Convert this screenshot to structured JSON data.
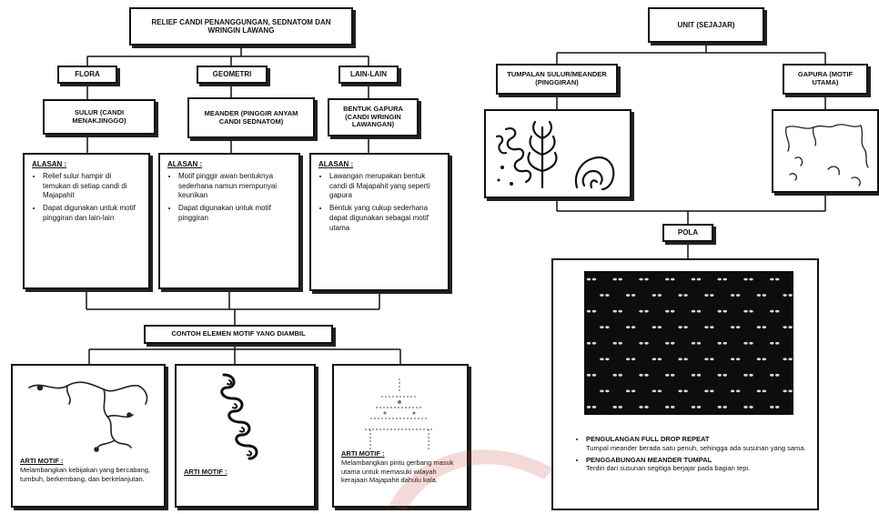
{
  "left": {
    "title": "RELIEF CANDI PENANGGUNGAN, SEDNATOM dan WRINGIN LAWANG",
    "categories": [
      {
        "label": "FLORA",
        "item": "SULUR (CANDI MENAKJINGGO)",
        "reason_title": "ALASAN :",
        "reasons": [
          "Relief sulur hampir di temukan di setiap candi di Majapahit",
          "Dapat digunakan untuk motif pinggiran dan lain-lain"
        ]
      },
      {
        "label": "GEOMETRI",
        "item": "MEANDER (PINGGIR ANYAM CANDI SEDNATOM)",
        "reason_title": "ALASAN :",
        "reasons": [
          "Motif pinggir awan bentuknya sederhana namun mempunyai keunikan",
          "Dapat digunakan untuk motif pinggiran"
        ]
      },
      {
        "label": "LAIN-LAIN",
        "item": "BENTUK GAPURA (CANDI WRINGIN LAWANGAN)",
        "reason_title": "ALASAN :",
        "reasons": [
          "Lawangan merupakan bentuk candi di Majapahit yang seperti gapura",
          "Bentuk yang cukup sederhana dapat digunakan sebagai motif utama"
        ]
      }
    ],
    "examples_title": "CONTOH ELEMEN MOTIF YANG DIAMBIL",
    "examples": [
      {
        "caption_title": "ARTI MOTIF :",
        "caption": "Melambangkan kebijakan yang bercabang, tumbuh, berkembang, dan berkelanjutan."
      },
      {
        "caption_title": "ARTI MOTIF :",
        "caption": ""
      },
      {
        "caption_title": "ARTI MOTIF :",
        "caption": "Melambangkan pintu gerbang masuk utama untuk memasuki wilayah kerajaan Majapahit dahulu kala."
      }
    ]
  },
  "right": {
    "unit_title": "UNIT (SEJAJAR)",
    "branches": [
      {
        "label": "TUMPALAN SULUR/MEANDER (PINGGIRAN)"
      },
      {
        "label": "GAPURA (MOTIF UTAMA)"
      }
    ],
    "pattern_title": "POLA",
    "bullets": [
      {
        "title": "PENGULANGAN FULL DROP REPEAT",
        "text": "Tumpal meander berada satu penuh, sehingga ada susunan yang sama."
      },
      {
        "title": "PENGGABUNGAN MEANDER TUMPAL",
        "text": "Terdiri dari susunan segitiga berjajar pada bagian tepi."
      }
    ]
  },
  "colors": {
    "ink": "#111111",
    "pattern_bg": "#0d0d0d",
    "watermark": "#c0392b"
  }
}
